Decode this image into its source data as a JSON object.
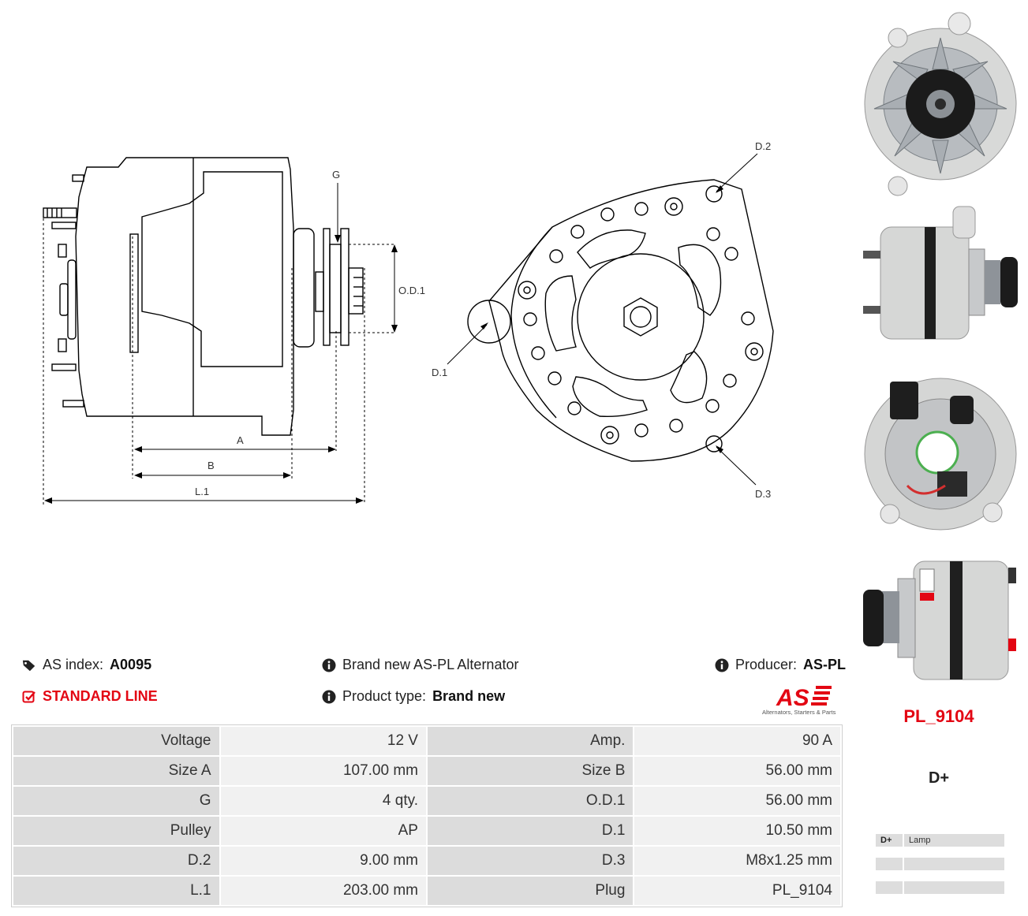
{
  "drawing": {
    "dim_labels": {
      "g": "G",
      "od1": "O.D.1",
      "a": "A",
      "b": "B",
      "l1": "L.1",
      "d1": "D.1",
      "d2": "D.2",
      "d3": "D.3"
    }
  },
  "header": {
    "as_index_label": "AS index:",
    "as_index_value": "A0095",
    "line": "STANDARD LINE",
    "brand_text": "Brand new AS-PL Alternator",
    "product_type_label": "Product type:",
    "product_type_value": "Brand new",
    "producer_label": "Producer:",
    "producer_value": "AS-PL"
  },
  "logo": {
    "mark": "AS",
    "tagline": "Alternators, Starters & Parts"
  },
  "specs": [
    {
      "l1": "Voltage",
      "v1": "12 V",
      "l2": "Amp.",
      "v2": "90 A"
    },
    {
      "l1": "Size A",
      "v1": "107.00 mm",
      "l2": "Size B",
      "v2": "56.00 mm"
    },
    {
      "l1": "G",
      "v1": "4 qty.",
      "l2": "O.D.1",
      "v2": "56.00 mm"
    },
    {
      "l1": "Pulley",
      "v1": "AP",
      "l2": "D.1",
      "v2": "10.50 mm"
    },
    {
      "l1": "D.2",
      "v1": "9.00 mm",
      "l2": "D.3",
      "v2": "M8x1.25 mm"
    },
    {
      "l1": "L.1",
      "v1": "203.00 mm",
      "l2": "Plug",
      "v2": "PL_9104"
    }
  ],
  "plug": {
    "code": "PL_9104",
    "terminal": "D+",
    "terminals": [
      {
        "key": "D+",
        "value": "Lamp"
      },
      {
        "key": "",
        "value": ""
      },
      {
        "key": "",
        "value": ""
      }
    ]
  },
  "colors": {
    "accent": "#e30613",
    "label_cell": "#dcdcdc",
    "value_cell": "#f1f1f1"
  },
  "icons": {
    "tags": "tags-icon",
    "check": "check-square-icon",
    "info": "info-circle-icon"
  }
}
